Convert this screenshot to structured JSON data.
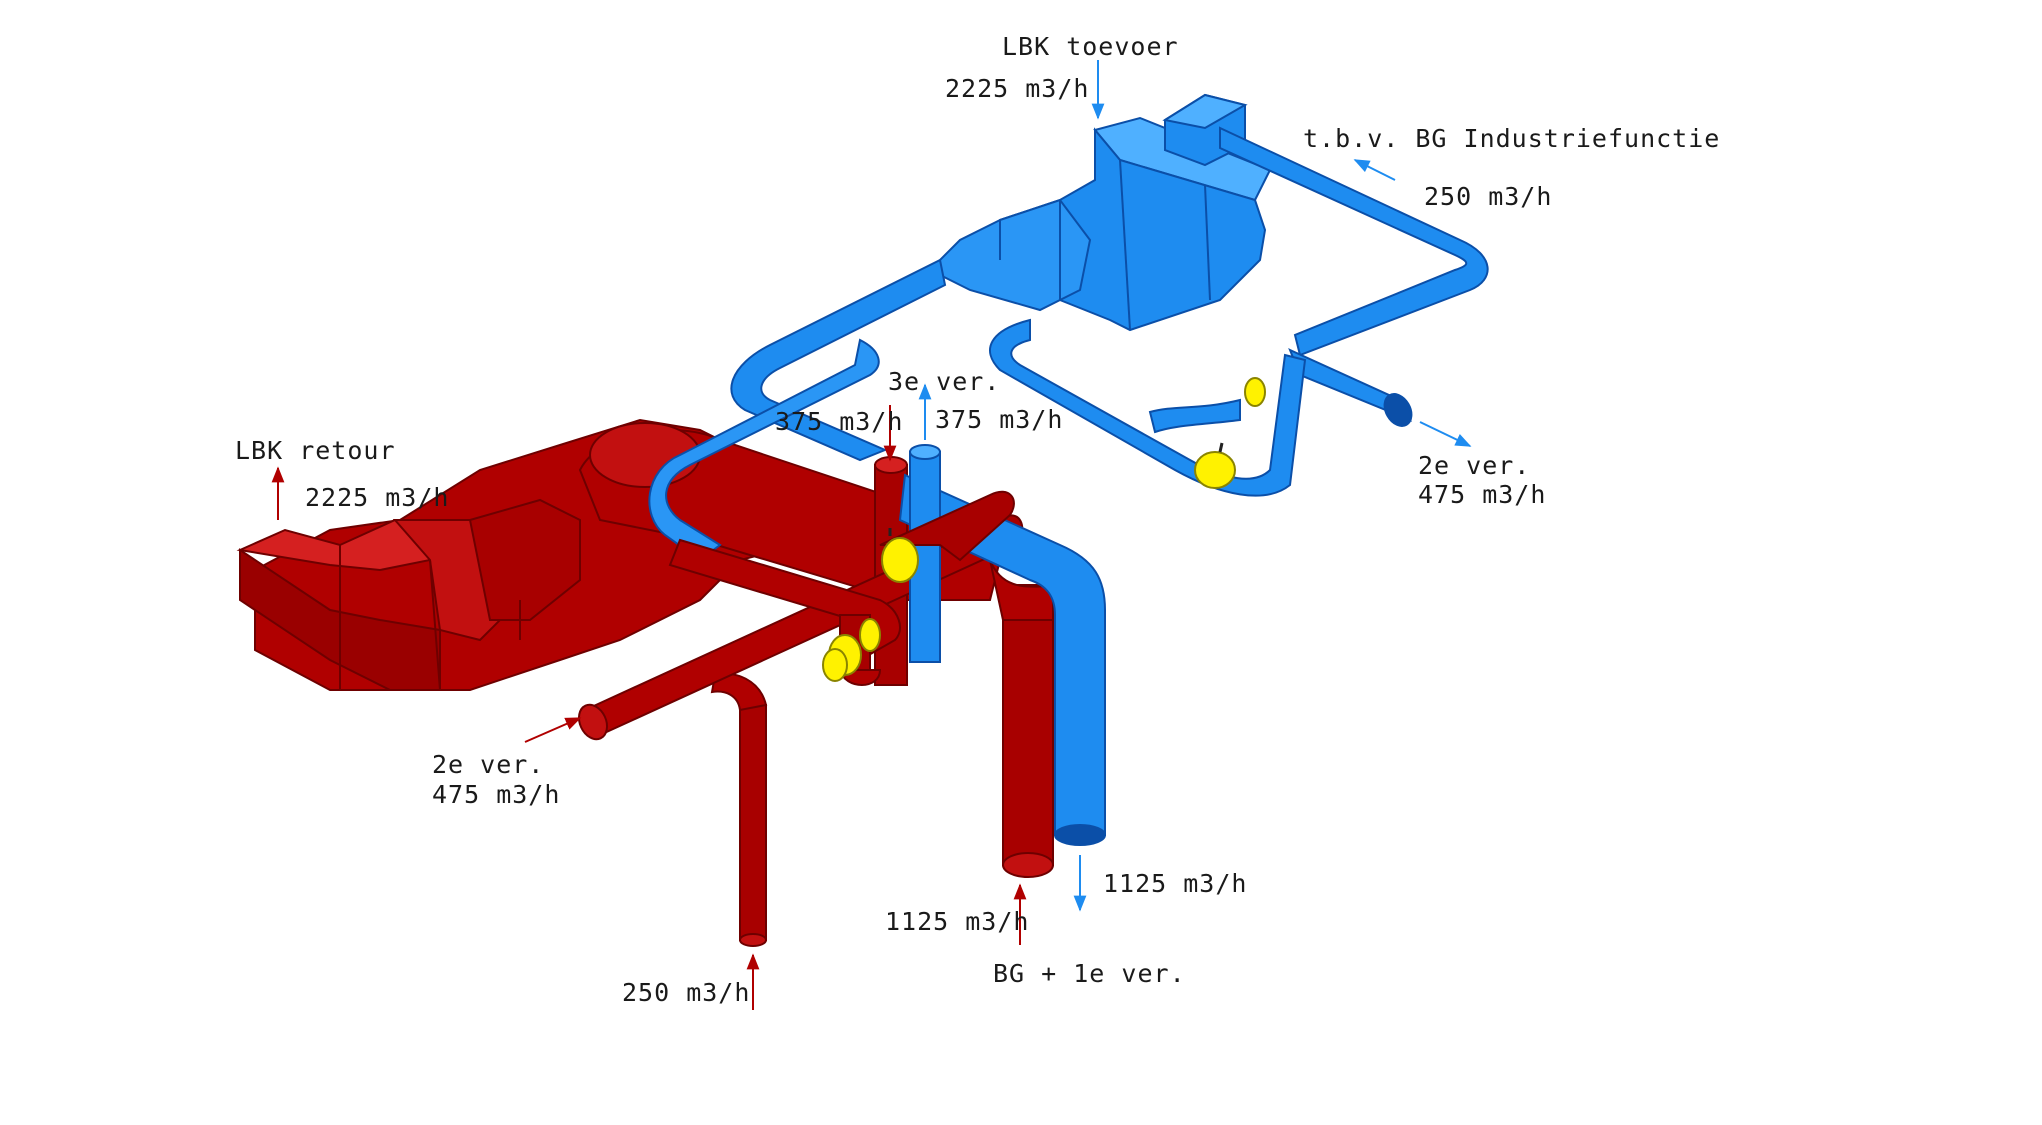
{
  "colors": {
    "supply": "#1E8CF0",
    "supply_dark": "#0B4FA8",
    "supply_light": "#4FB0FF",
    "return": "#B00000",
    "return_dark": "#6E0000",
    "return_light": "#D52020",
    "damper": "#FFF200",
    "arrow_supply": "#1E8CF0",
    "arrow_return": "#B00000"
  },
  "labels": {
    "lbk_toevoer": "LBK toevoer",
    "lbk_toevoer_flow": "2225 m3/h",
    "industrie": "t.b.v. BG Industriefunctie",
    "industrie_flow": "250 m3/h",
    "ver3": "3e ver.",
    "ver3_return_flow": "375 m3/h",
    "ver3_supply_flow": "375 m3/h",
    "ver2_supply": "2e ver.",
    "ver2_supply_flow": "475 m3/h",
    "lbk_retour": "LBK retour",
    "lbk_retour_flow": "2225 m3/h",
    "ver2_return": "2e ver.",
    "ver2_return_flow": "475 m3/h",
    "bg_supply_flow": "1125 m3/h",
    "bg_return_flow": "1125 m3/h",
    "bg_label": "BG + 1e ver.",
    "bottom_return_flow": "250 m3/h"
  }
}
